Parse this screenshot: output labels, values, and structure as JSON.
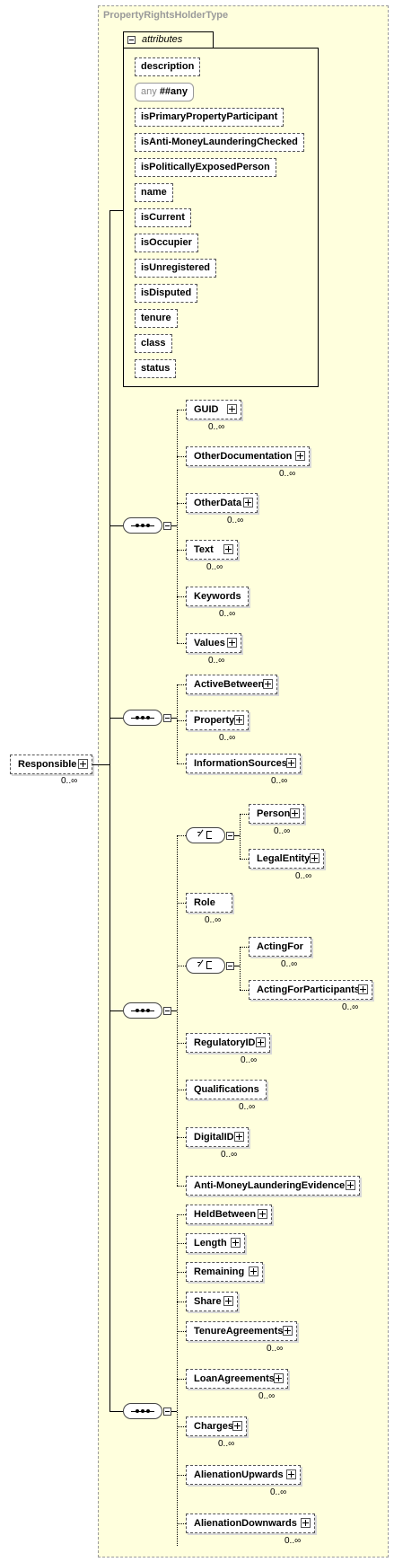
{
  "type_name": "PropertyRightsHolderType",
  "attributes_label": "attributes",
  "any_attribute": {
    "prefix": "any",
    "value": "##any"
  },
  "attributes": [
    "description",
    "isPrimaryPropertyParticipant",
    "isAnti-MoneyLaunderingChecked",
    "isPoliticallyExposedPerson",
    "name",
    "isCurrent",
    "isOccupier",
    "isUnregistered",
    "isDisputed",
    "tenure",
    "class",
    "status"
  ],
  "root": {
    "label": "Responsible",
    "cardinality": "0..∞"
  },
  "groups": [
    {
      "elements": [
        {
          "label": "GUID",
          "cardinality": "0..∞"
        },
        {
          "label": "OtherDocumentation",
          "cardinality": "0..∞"
        },
        {
          "label": "OtherData",
          "cardinality": "0..∞"
        },
        {
          "label": "Text",
          "cardinality": "0..∞"
        },
        {
          "label": "Keywords",
          "cardinality": "0..∞"
        },
        {
          "label": "Values",
          "cardinality": "0..∞"
        }
      ]
    },
    {
      "elements": [
        {
          "label": "ActiveBetween",
          "cardinality": ""
        },
        {
          "label": "Property",
          "cardinality": "0..∞"
        },
        {
          "label": "InformationSources",
          "cardinality": "0..∞"
        }
      ]
    },
    {
      "elements": [
        {
          "label": "Person",
          "cardinality": "0..∞"
        },
        {
          "label": "LegalEntity",
          "cardinality": "0..∞"
        },
        {
          "label": "Role",
          "cardinality": "0..∞"
        },
        {
          "label": "ActingFor",
          "cardinality": "0..∞"
        },
        {
          "label": "ActingForParticipants",
          "cardinality": "0..∞"
        },
        {
          "label": "RegulatoryID",
          "cardinality": "0..∞"
        },
        {
          "label": "Qualifications",
          "cardinality": "0..∞"
        },
        {
          "label": "DigitalID",
          "cardinality": "0..∞"
        },
        {
          "label": "Anti-MoneyLaunderingEvidence",
          "cardinality": ""
        }
      ]
    },
    {
      "elements": [
        {
          "label": "HeldBetween",
          "cardinality": ""
        },
        {
          "label": "Length",
          "cardinality": ""
        },
        {
          "label": "Remaining",
          "cardinality": ""
        },
        {
          "label": "Share",
          "cardinality": ""
        },
        {
          "label": "TenureAgreements",
          "cardinality": "0..∞"
        },
        {
          "label": "LoanAgreements",
          "cardinality": "0..∞"
        },
        {
          "label": "Charges",
          "cardinality": "0..∞"
        },
        {
          "label": "AlienationUpwards",
          "cardinality": "0..∞"
        },
        {
          "label": "AlienationDownwards",
          "cardinality": "0..∞"
        }
      ]
    }
  ]
}
